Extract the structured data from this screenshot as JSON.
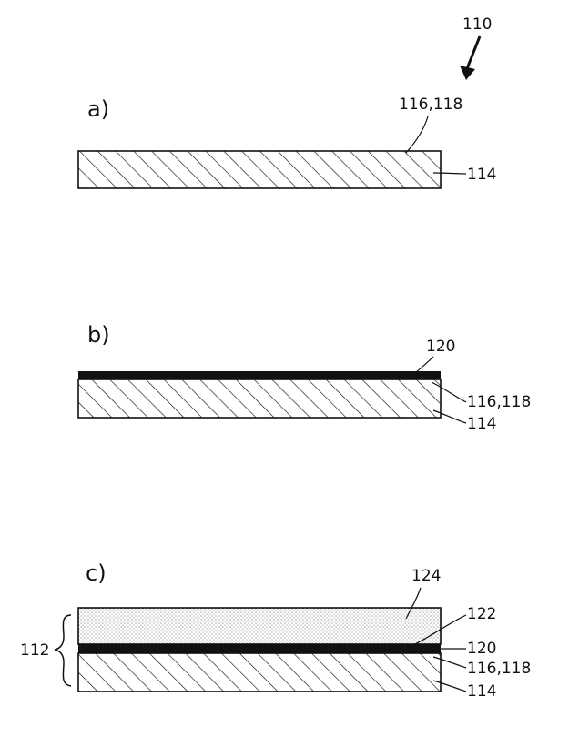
{
  "figure_ref": "110",
  "panels": [
    {
      "label": "a)",
      "callouts": {
        "top": "116,118",
        "substrate": "114"
      }
    },
    {
      "label": "b)",
      "callouts": {
        "layer": "120",
        "top": "116,118",
        "substrate": "114"
      }
    },
    {
      "label": "c)",
      "callouts": {
        "stack": "112",
        "upper_layer": "124",
        "interface": "122",
        "layer": "120",
        "top": "116,118",
        "substrate": "114"
      }
    }
  ]
}
